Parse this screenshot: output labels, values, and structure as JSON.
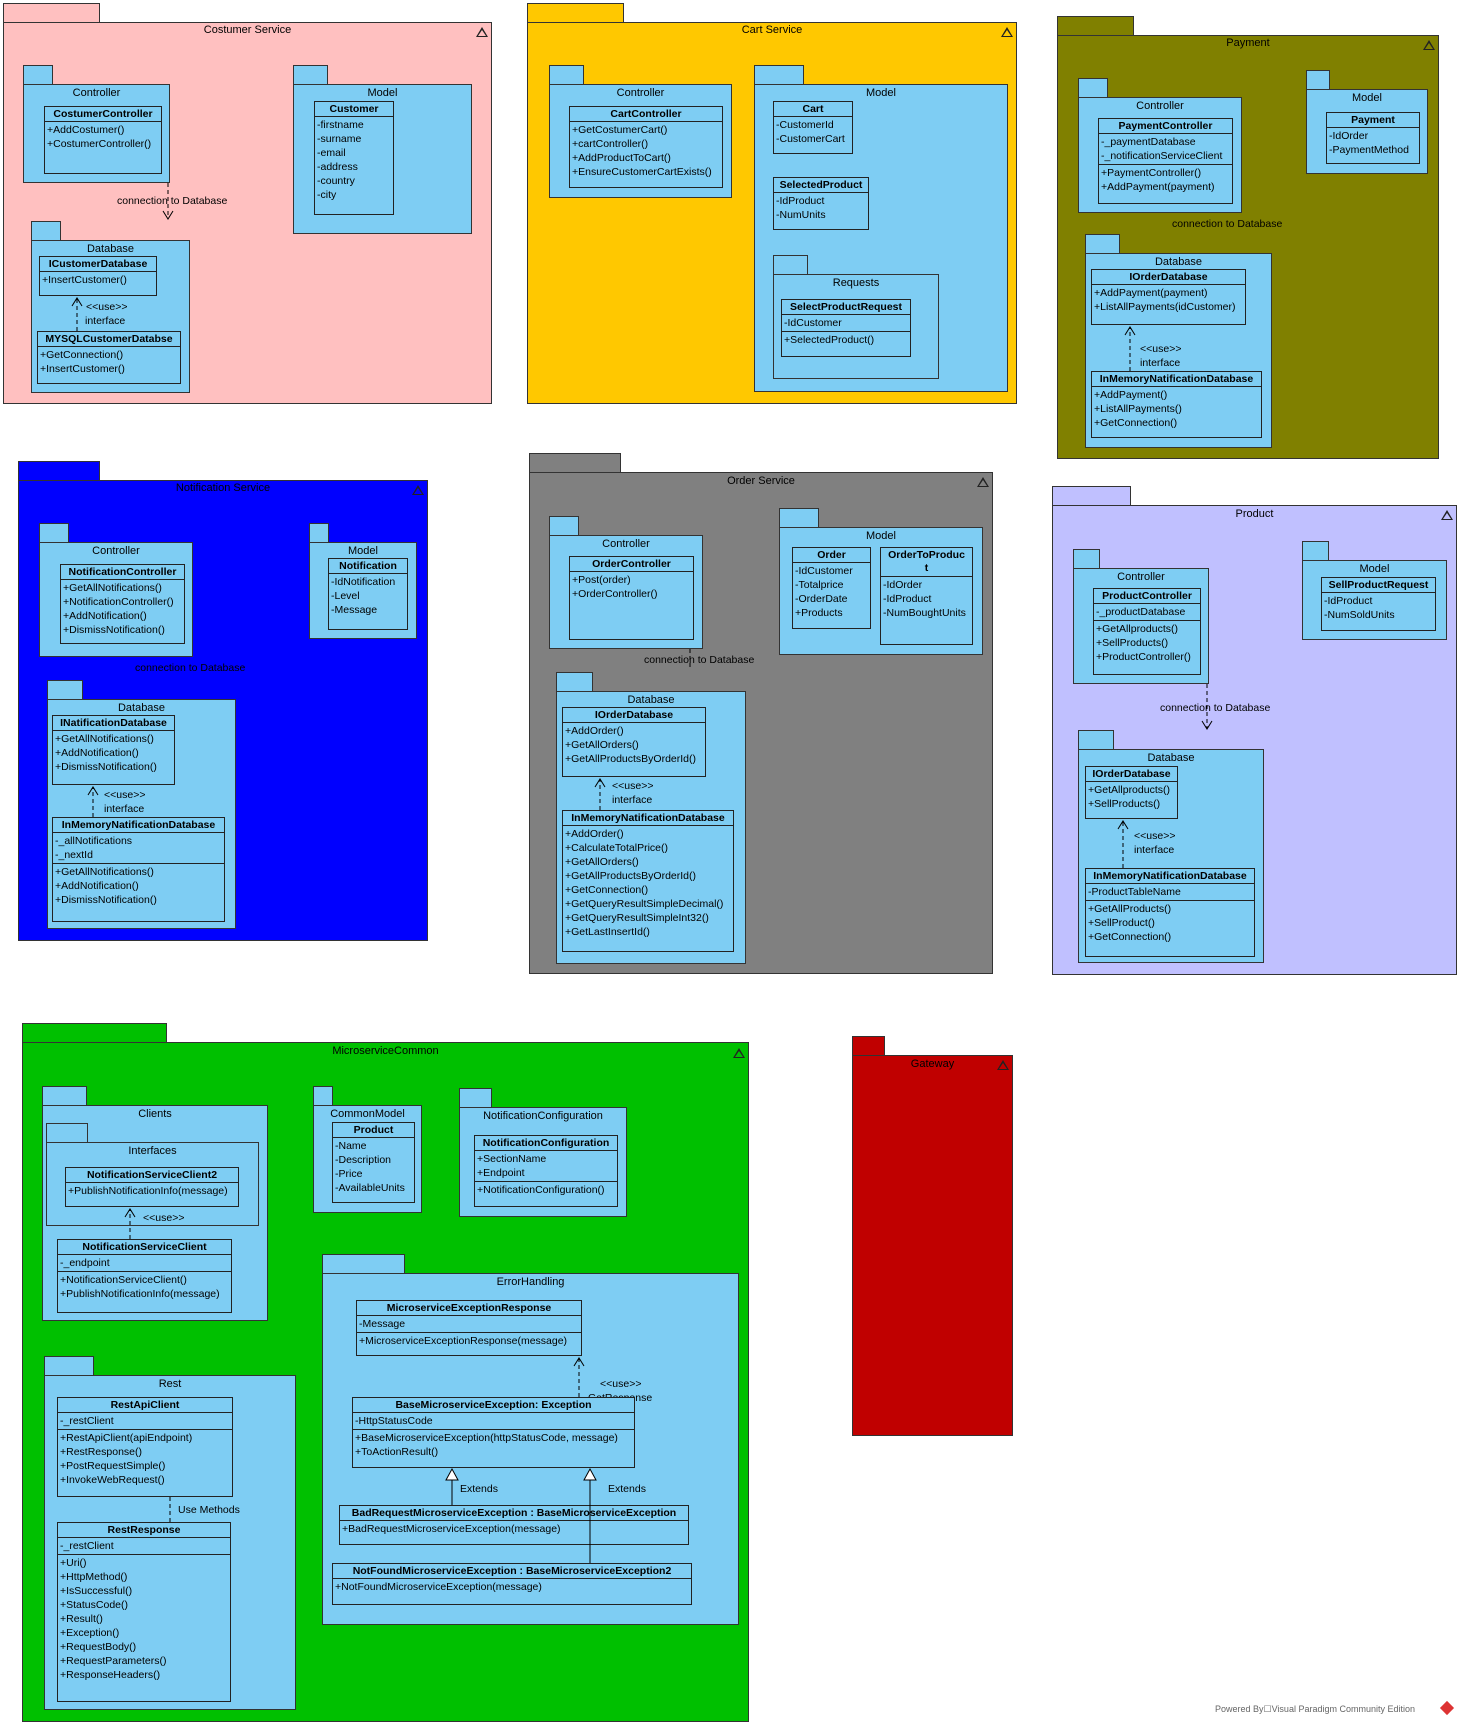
{
  "packages": {
    "customer": {
      "title": "Costumer Service",
      "color": "#ffc0c0"
    },
    "cart": {
      "title": "Cart Service",
      "color": "#ffc800"
    },
    "payment": {
      "title": "Payment",
      "color": "#808000"
    },
    "notification": {
      "title": "Notification Service",
      "color": "#0000ff"
    },
    "order": {
      "title": "Order Service",
      "color": "#808080"
    },
    "product": {
      "title": "Product",
      "color": "#c0c0ff"
    },
    "common": {
      "title": "MicroserviceCommon",
      "color": "#00c000"
    },
    "gateway": {
      "title": "Gateway",
      "color": "#c00000"
    }
  },
  "customer": {
    "controller": {
      "title": "Controller",
      "cls": "CostumerController",
      "ops": [
        "+AddCostumer()",
        "+CostumerController()"
      ]
    },
    "model": {
      "title": "Model",
      "cls": "Customer",
      "attrs": [
        "-firstname",
        "-surname",
        "-email",
        "-address",
        "-country",
        "-city"
      ]
    },
    "db": {
      "title": "Database",
      "iface": "ICustomerDatabase",
      "iface_ops": [
        "+InsertCustomer()"
      ],
      "impl": "MYSQLCustomerDatabse",
      "impl_ops": [
        "+GetConnection()",
        "+InsertCustomer()"
      ],
      "use": "<<use>>",
      "interface": "interface"
    },
    "conn": "connection to Database"
  },
  "cart": {
    "controller": {
      "title": "Controller",
      "cls": "CartController",
      "ops": [
        "+GetCostumerCart()",
        "+cartController()",
        "+AddProductToCart()",
        "+EnsureCustomerCartExists()"
      ]
    },
    "model": {
      "title": "Model",
      "cart": {
        "cls": "Cart",
        "attrs": [
          "-CustomerId",
          "-CustomerCart"
        ]
      },
      "selected": {
        "cls": "SelectedProduct",
        "attrs": [
          "-IdProduct",
          "-NumUnits"
        ]
      },
      "requests": {
        "title": "Requests",
        "cls": "SelectProductRequest",
        "attrs": [
          "-IdCustomer"
        ],
        "ops": [
          "+SelectedProduct()"
        ]
      }
    }
  },
  "payment": {
    "controller": {
      "title": "Controller",
      "cls": "PaymentController",
      "attrs": [
        "-_paymentDatabase",
        "-_notificationServiceClient"
      ],
      "ops": [
        "+PaymentController()",
        "+AddPayment(payment)"
      ]
    },
    "model": {
      "title": "Model",
      "cls": "Payment",
      "attrs": [
        "-IdOrder",
        "-PaymentMethod"
      ]
    },
    "db": {
      "title": "Database",
      "iface": "IOrderDatabase",
      "iface_ops": [
        "+AddPayment(payment)",
        "+ListAllPayments(idCustomer)"
      ],
      "impl": "InMemoryNatificationDatabase",
      "impl_ops": [
        "+AddPayment()",
        "+ListAllPayments()",
        "+GetConnection()"
      ],
      "use": "<<use>>",
      "interface": "interface"
    },
    "conn": "connection to Database"
  },
  "notification": {
    "controller": {
      "title": "Controller",
      "cls": "NotificationController",
      "ops": [
        "+GetAllNotifications()",
        "+NotificationController()",
        "+AddNotification()",
        "+DismissNotification()"
      ]
    },
    "model": {
      "title": "Model",
      "cls": "Notification",
      "attrs": [
        "-IdNotification",
        "-Level",
        "-Message"
      ]
    },
    "db": {
      "title": "Database",
      "iface": "INatificationDatabase",
      "iface_ops": [
        "+GetAllNotifications()",
        "+AddNotification()",
        "+DismissNotification()"
      ],
      "impl": "InMemoryNatificationDatabase",
      "impl_attrs": [
        "-_allNotifications",
        "-_nextId"
      ],
      "impl_ops": [
        "+GetAllNotifications()",
        "+AddNotification()",
        "+DismissNotification()"
      ],
      "use": "<<use>>",
      "interface": "interface"
    },
    "conn": "connection to Database"
  },
  "order": {
    "controller": {
      "title": "Controller",
      "cls": "OrderController",
      "ops": [
        "+Post(order)",
        "+OrderController()"
      ]
    },
    "model": {
      "title": "Model",
      "order": {
        "cls": "Order",
        "attrs": [
          "-IdCustomer",
          "-Totalprice",
          "-OrderDate",
          "+Products"
        ]
      },
      "otp": {
        "cls": "OrderToProduc",
        "cls2": "t",
        "attrs": [
          "-IdOrder",
          "-IdProduct",
          "-NumBoughtUnits"
        ]
      }
    },
    "db": {
      "title": "Database",
      "iface": "IOrderDatabase",
      "iface_ops": [
        "+AddOrder()",
        "+GetAllOrders()",
        "+GetAllProductsByOrderId()"
      ],
      "impl": "InMemoryNatificationDatabase",
      "impl_ops": [
        "+AddOrder()",
        "+CalculateTotalPrice()",
        "+GetAllOrders()",
        "+GetAllProductsByOrderId()",
        "+GetConnection()",
        "+GetQueryResultSimpleDecimal()",
        "+GetQueryResultSimpleInt32()",
        "+GetLastInsertId()"
      ],
      "use": "<<use>>",
      "interface": "interface"
    },
    "conn": "connection to Database"
  },
  "product": {
    "controller": {
      "title": "Controller",
      "cls": "ProductController",
      "attrs": [
        "-_productDatabase"
      ],
      "ops": [
        "+GetAllproducts()",
        "+SellProducts()",
        "+ProductController()"
      ]
    },
    "model": {
      "title": "Model",
      "cls": "SellProductRequest",
      "attrs": [
        "-IdProduct",
        "-NumSoldUnits"
      ]
    },
    "db": {
      "title": "Database",
      "iface": "IOrderDatabase",
      "iface_ops": [
        "+GetAllproducts()",
        "+SellProducts()"
      ],
      "impl": "InMemoryNatificationDatabase",
      "impl_attrs": [
        "-ProductTableName"
      ],
      "impl_ops": [
        "+GetAllProducts()",
        "+SellProduct()",
        "+GetConnection()"
      ],
      "use": "<<use>>",
      "interface": "interface"
    },
    "conn": "connection to Database"
  },
  "common": {
    "clients": {
      "title": "Clients",
      "interfaces_title": "Interfaces",
      "iface": "NotificationServiceClient2",
      "iface_ops": [
        "+PublishNotificationInfo(message)"
      ],
      "use": "<<use>>",
      "impl": "NotificationServiceClient",
      "impl_attrs": [
        "-_endpoint"
      ],
      "impl_ops": [
        "+NotificationServiceClient()",
        "+PublishNotificationInfo(message)"
      ]
    },
    "commonmodel": {
      "title": "CommonModel",
      "cls": "Product",
      "attrs": [
        "-Name",
        "-Description",
        "-Price",
        "-AvailableUnits"
      ]
    },
    "notifconfig": {
      "title": "NotificationConfiguration",
      "cls": "NotificationConfiguration",
      "attrs": [
        "+SectionName",
        "+Endpoint"
      ],
      "ops": [
        "+NotificationConfiguration()"
      ]
    },
    "rest": {
      "title": "Rest",
      "client": {
        "cls": "RestApiClient",
        "attrs": [
          "-_restClient"
        ],
        "ops": [
          "+RestApiClient(apiEndpoint)",
          "+RestResponse()",
          "+PostRequestSimple()",
          "+InvokeWebRequest()"
        ]
      },
      "uses": "Use Methods",
      "response": {
        "cls": "RestResponse",
        "attrs": [
          "-_restClient"
        ],
        "ops": [
          "+Uri()",
          "+HttpMethod()",
          "+IsSuccessful()",
          "+StatusCode()",
          "+Result()",
          "+Exception()",
          "+RequestBody()",
          "+RequestParameters()",
          "+ResponseHeaders()"
        ]
      }
    },
    "errors": {
      "title": "ErrorHandling",
      "resp": {
        "cls": "MicroserviceExceptionResponse",
        "attrs": [
          "-Message"
        ],
        "ops": [
          "+MicroserviceExceptionResponse(message)"
        ]
      },
      "use": "<<use>>",
      "getresp": "GetResponse",
      "base": {
        "cls": "BaseMicroserviceException: Exception",
        "attrs": [
          "-HttpStatusCode"
        ],
        "ops": [
          "+BaseMicroserviceException(httpStatusCode, message)",
          "+ToActionResult()"
        ]
      },
      "extends1": "Extends",
      "extends2": "Extends",
      "bad": {
        "cls": "BadRequestMicroserviceException : BaseMicroserviceException",
        "ops": [
          "+BadRequestMicroserviceException(message)"
        ]
      },
      "notfound": {
        "cls": "NotFoundMicroserviceException : BaseMicroserviceException2",
        "ops": [
          "+NotFoundMicroserviceException(message)"
        ]
      }
    }
  },
  "footer": "Powered By☐Visual Paradigm Community Edition"
}
